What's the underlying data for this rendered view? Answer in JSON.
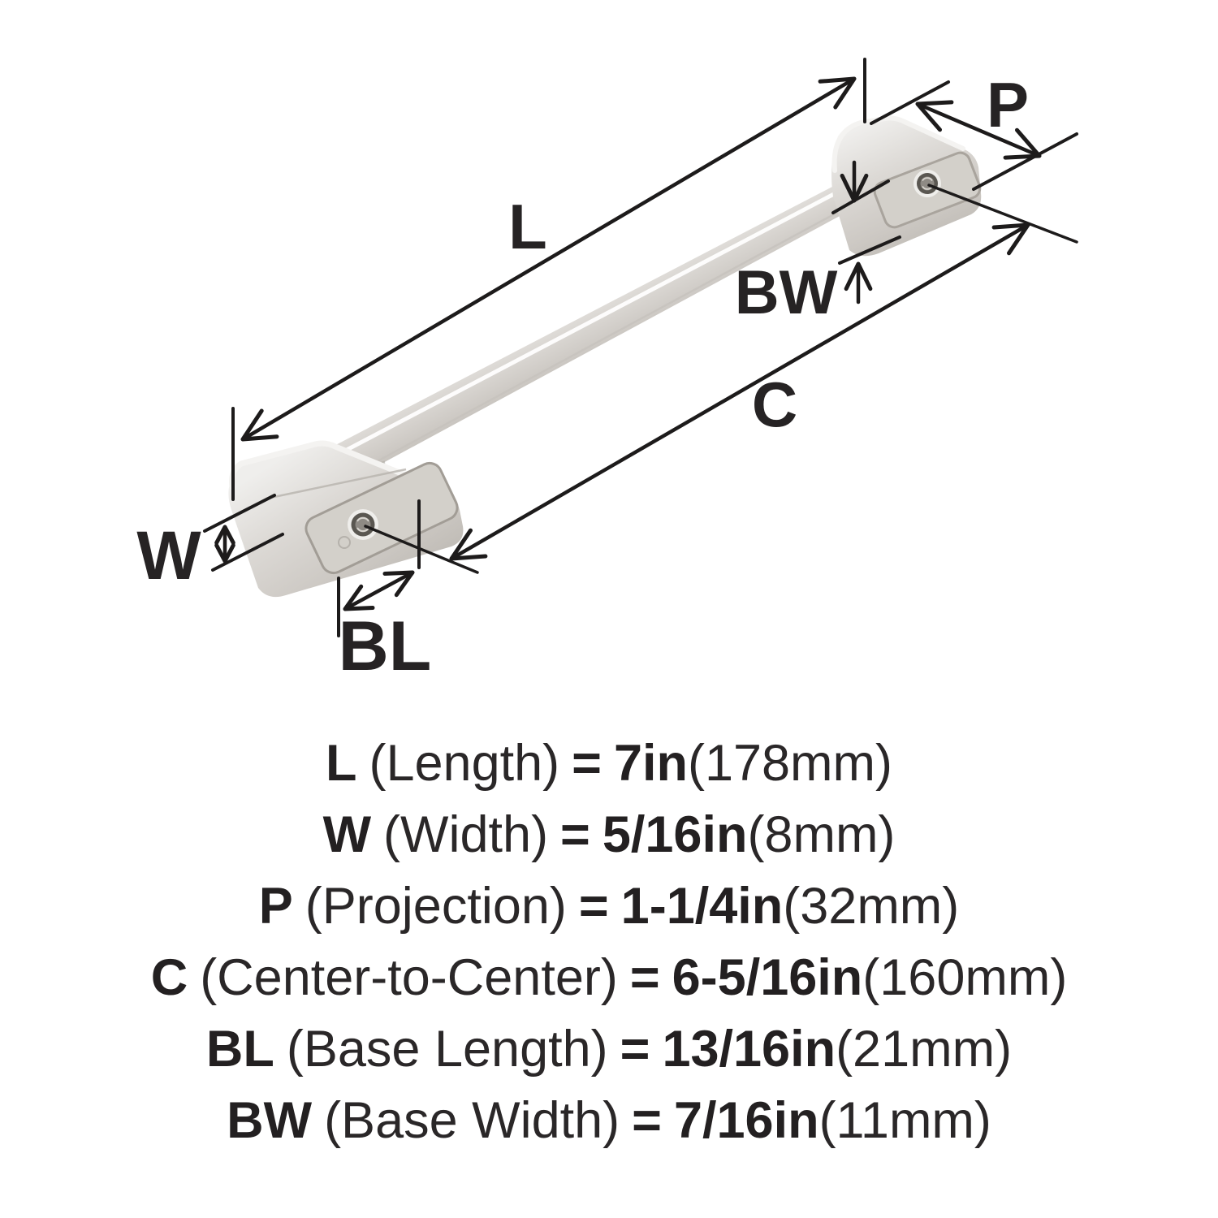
{
  "diagram": {
    "labels": {
      "L": "L",
      "P": "P",
      "BW": "BW",
      "C": "C",
      "W": "W",
      "BL": "BL"
    }
  },
  "specs": [
    {
      "code": "L",
      "name": "(Length)",
      "eq": "=",
      "value": "7in",
      "metric": "(178mm)"
    },
    {
      "code": "W",
      "name": "(Width)",
      "eq": "=",
      "value": "5/16in",
      "metric": "(8mm)"
    },
    {
      "code": "P",
      "name": "(Projection)",
      "eq": "=",
      "value": "1-1/4in",
      "metric": "(32mm)"
    },
    {
      "code": "C",
      "name": "(Center-to-Center)",
      "eq": "=",
      "value": "6-5/16in",
      "metric": "(160mm)"
    },
    {
      "code": "BL",
      "name": "(Base Length)",
      "eq": "=",
      "value": "13/16in",
      "metric": "(21mm)"
    },
    {
      "code": "BW",
      "name": "(Base Width)",
      "eq": "=",
      "value": "7/16in",
      "metric": "(11mm)"
    }
  ],
  "colors": {
    "line": "#1d1b1b",
    "text": "#232021",
    "metal_light": "#eeedeb",
    "metal_mid": "#d8d5d0",
    "metal_dark": "#bdb9b3",
    "recess": "#d3d0ca",
    "hole": "#5a5751"
  }
}
